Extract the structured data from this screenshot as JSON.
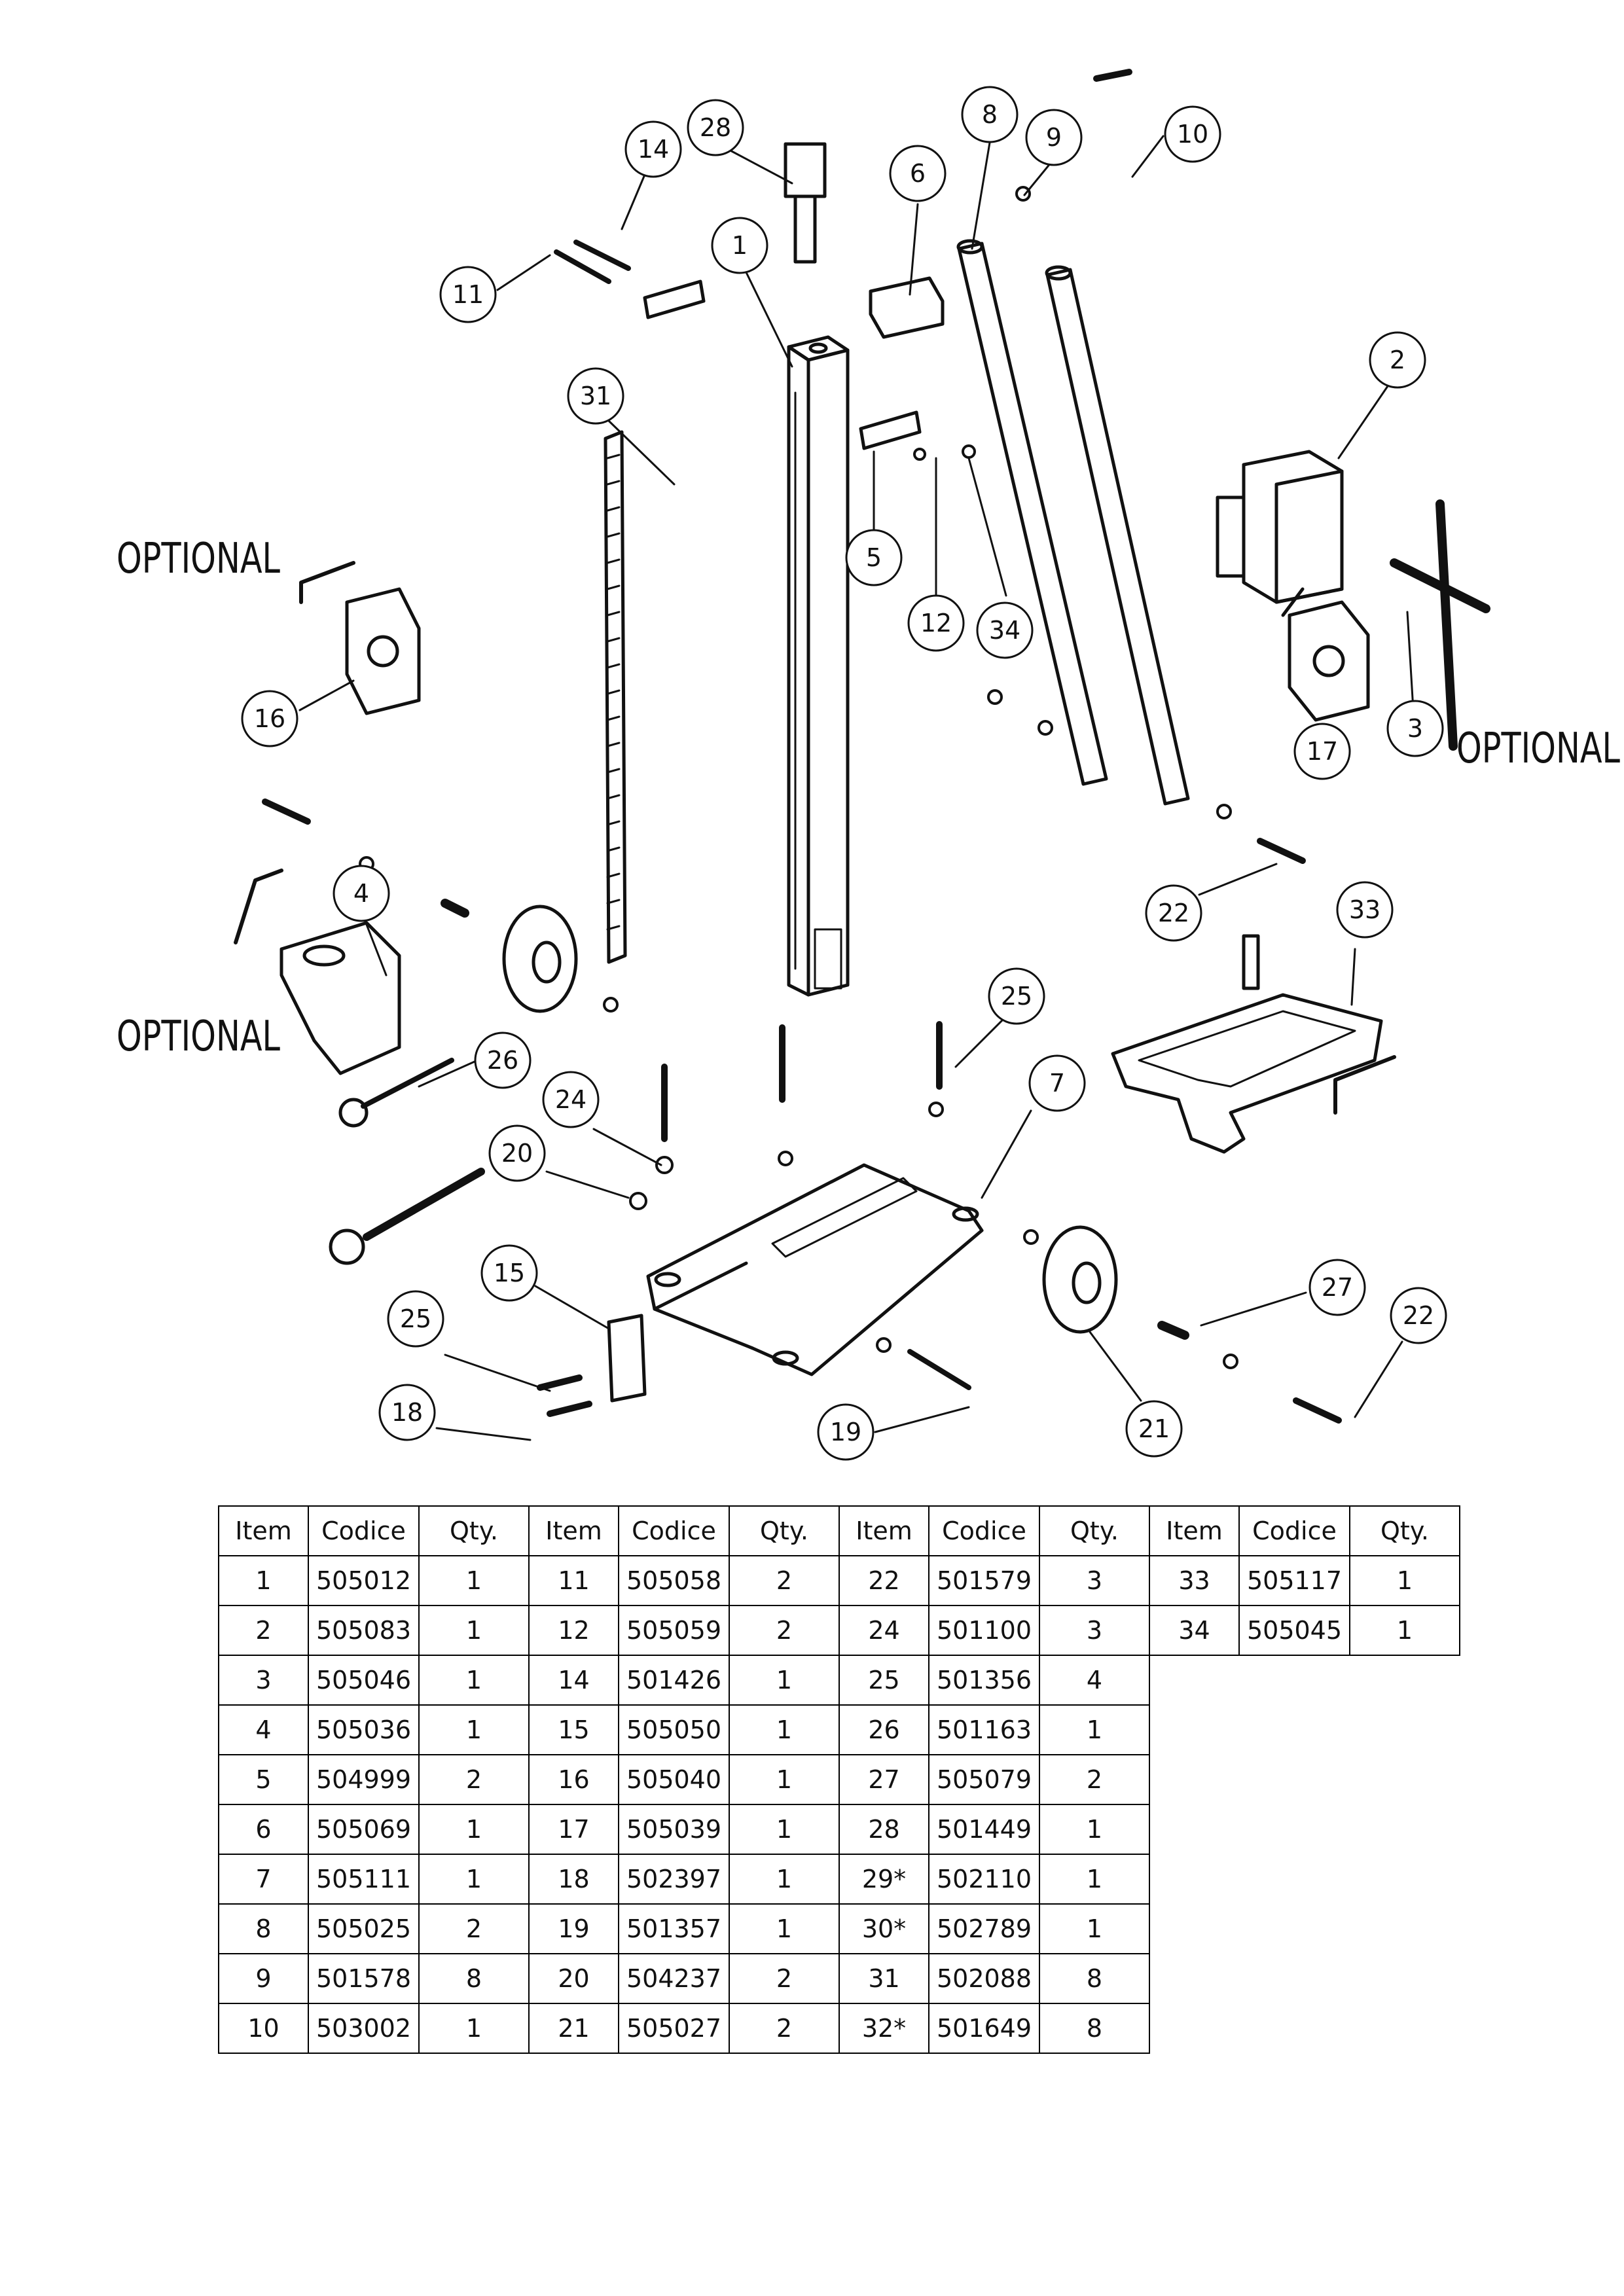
{
  "labels": {
    "optional_1": "OPTIONAL",
    "optional_2": "OPTIONAL",
    "optional_3": "OPTIONAL"
  },
  "callouts": [
    "1",
    "2",
    "3",
    "4",
    "5",
    "6",
    "7",
    "8",
    "9",
    "10",
    "11",
    "12",
    "14",
    "15",
    "16",
    "17",
    "18",
    "19",
    "20",
    "21",
    "22",
    "22",
    "24",
    "25",
    "25",
    "26",
    "27",
    "28",
    "31",
    "33",
    "34"
  ],
  "table": {
    "headers": [
      "Item",
      "Codice",
      "Qty.",
      "Item",
      "Codice",
      "Qty.",
      "Item",
      "Codice",
      "Qty.",
      "Item",
      "Codice",
      "Qty."
    ],
    "rows": [
      [
        "1",
        "505012",
        "1",
        "11",
        "505058",
        "2",
        "22",
        "501579",
        "3",
        "33",
        "505117",
        "1"
      ],
      [
        "2",
        "505083",
        "1",
        "12",
        "505059",
        "2",
        "24",
        "501100",
        "3",
        "34",
        "505045",
        "1"
      ],
      [
        "3",
        "505046",
        "1",
        "14",
        "501426",
        "1",
        "25",
        "501356",
        "4",
        "",
        "",
        ""
      ],
      [
        "4",
        "505036",
        "1",
        "15",
        "505050",
        "1",
        "26",
        "501163",
        "1",
        "",
        "",
        ""
      ],
      [
        "5",
        "504999",
        "2",
        "16",
        "505040",
        "1",
        "27",
        "505079",
        "2",
        "",
        "",
        ""
      ],
      [
        "6",
        "505069",
        "1",
        "17",
        "505039",
        "1",
        "28",
        "501449",
        "1",
        "",
        "",
        ""
      ],
      [
        "7",
        "505111",
        "1",
        "18",
        "502397",
        "1",
        "29*",
        "502110",
        "1",
        "",
        "",
        ""
      ],
      [
        "8",
        "505025",
        "2",
        "19",
        "501357",
        "1",
        "30*",
        "502789",
        "1",
        "",
        "",
        ""
      ],
      [
        "9",
        "501578",
        "8",
        "20",
        "504237",
        "2",
        "31",
        "502088",
        "8",
        "",
        "",
        ""
      ],
      [
        "10",
        "503002",
        "1",
        "21",
        "505027",
        "2",
        "32*",
        "501649",
        "8",
        "",
        "",
        ""
      ]
    ]
  }
}
